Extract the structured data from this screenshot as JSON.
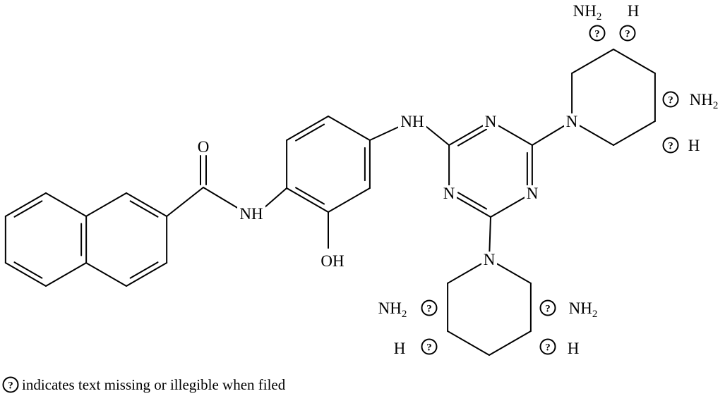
{
  "atoms": {
    "carbonyl_o": "O",
    "amide_nh": "NH",
    "phenol_oh": "OH",
    "linker_nh": "NH",
    "triazine_n_top": "N",
    "triazine_n_left": "N",
    "triazine_n_right": "N",
    "piperidine_right_n": "N",
    "piperidine_bottom_n": "N"
  },
  "annotations": {
    "pip_right_top_nh2": {
      "main": "NH",
      "sub": "2"
    },
    "pip_right_top_h": "H",
    "pip_right_side_nh2": {
      "main": "NH",
      "sub": "2"
    },
    "pip_right_side_h": "H",
    "pip_bottom_left_nh2": {
      "main": "NH",
      "sub": "2"
    },
    "pip_bottom_left_h": "H",
    "pip_bottom_right_nh2": {
      "main": "NH",
      "sub": "2"
    },
    "pip_bottom_right_h": "H"
  },
  "symbols": {
    "illegible": "?"
  },
  "legend": {
    "text": "indicates text missing or illegible when filed"
  }
}
